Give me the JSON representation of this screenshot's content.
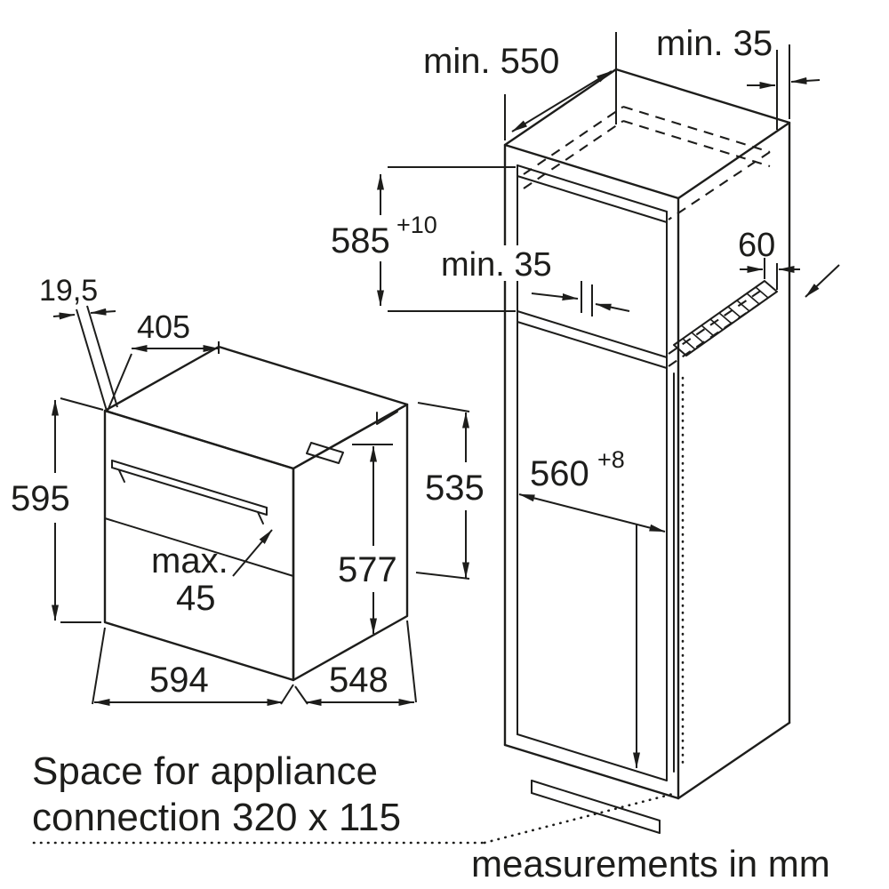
{
  "diagram": {
    "units_note": "measurements in mm",
    "connection_note_line1": "Space for appliance",
    "connection_note_line2": "connection 320 x 115",
    "oven": {
      "handle_depth": "19,5",
      "top_depth": "405",
      "front_height": "595",
      "handle_max_label": "max.",
      "handle_max_value": "45",
      "casing_height": "577",
      "rear_height": "535",
      "front_width": "594",
      "casing_depth": "548"
    },
    "niche": {
      "depth_min": "min. 550",
      "rear_top_clearance": "min. 35",
      "height": "585",
      "height_tolerance": "+10",
      "rear_shelf_clearance": "min. 35",
      "vent_cutout": "60",
      "width": "560",
      "width_tolerance": "+8"
    },
    "colors": {
      "line": "#1d1d1b",
      "background": "#ffffff"
    }
  }
}
